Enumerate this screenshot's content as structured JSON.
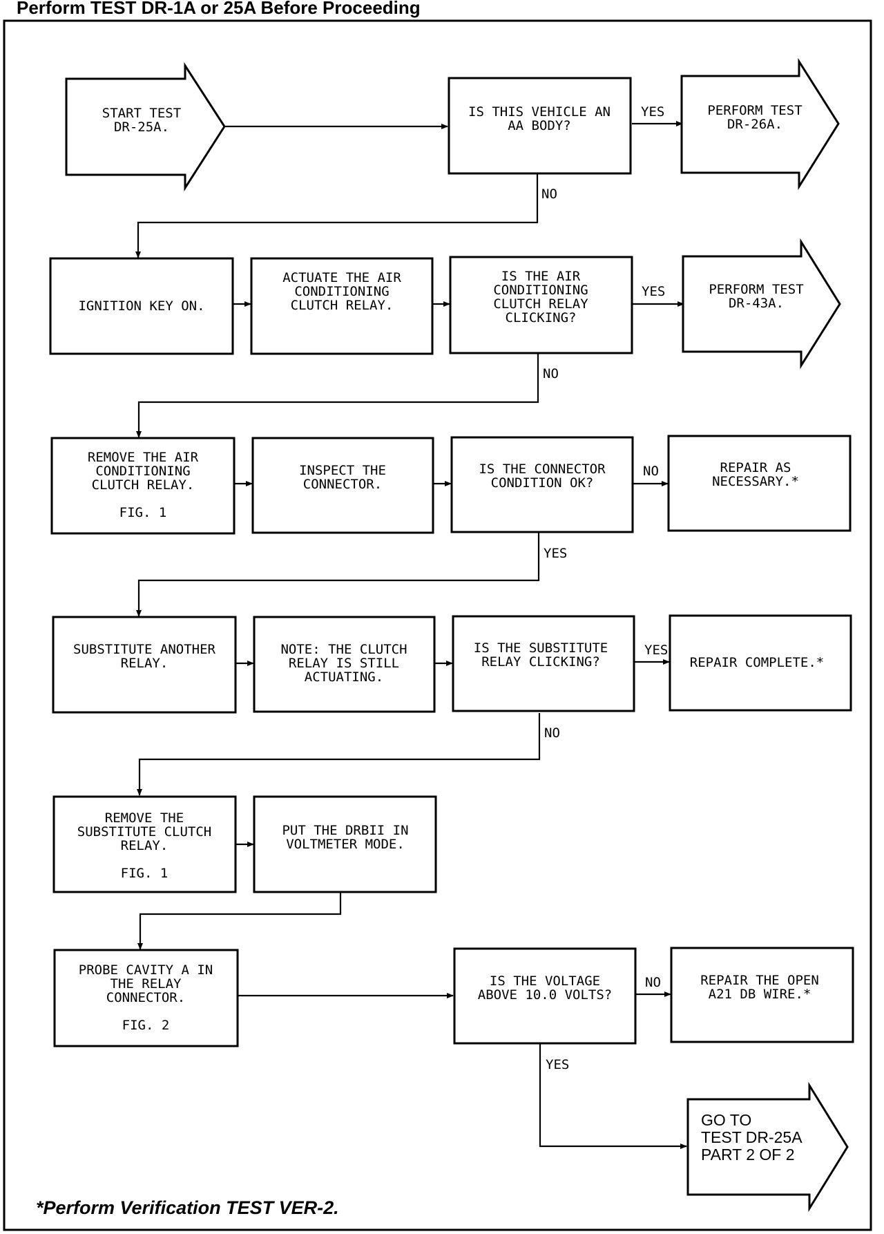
{
  "header": {
    "title": "Perform TEST DR-1A or 25A Before Proceeding"
  },
  "footnote": "*Perform Verification TEST VER-2.",
  "nodes": {
    "start": [
      "START TEST",
      "DR-25A."
    ],
    "q_aa_body": [
      "IS THIS VEHICLE AN",
      "AA BODY?"
    ],
    "perform_26a": [
      "PERFORM TEST",
      "DR-26A."
    ],
    "ignition": [
      "IGNITION KEY ON."
    ],
    "actuate": [
      "ACTUATE THE AIR",
      "CONDITIONING",
      "CLUTCH RELAY."
    ],
    "q_clicking": [
      "IS THE AIR",
      "CONDITIONING",
      "CLUTCH RELAY",
      "CLICKING?"
    ],
    "perform_43a": [
      "PERFORM TEST",
      "DR-43A."
    ],
    "remove_relay": [
      "REMOVE THE AIR",
      "CONDITIONING",
      "CLUTCH RELAY.",
      "",
      "FIG. 1"
    ],
    "inspect": [
      "INSPECT THE",
      "CONNECTOR."
    ],
    "q_connector": [
      "IS THE CONNECTOR",
      "CONDITION OK?"
    ],
    "repair_necessary": [
      "REPAIR AS",
      "NECESSARY.*"
    ],
    "substitute": [
      "SUBSTITUTE ANOTHER",
      "RELAY."
    ],
    "note": [
      "NOTE: THE CLUTCH",
      "RELAY IS STILL",
      "ACTUATING."
    ],
    "q_sub_clicking": [
      "IS THE SUBSTITUTE",
      "RELAY CLICKING?"
    ],
    "repair_complete": [
      "REPAIR COMPLETE.*"
    ],
    "remove_sub": [
      "REMOVE THE",
      "SUBSTITUTE CLUTCH",
      "RELAY.",
      "",
      "FIG. 1"
    ],
    "put_drbii": [
      "PUT THE DRBII IN",
      "VOLTMETER MODE."
    ],
    "probe": [
      "PROBE CAVITY A IN",
      "THE RELAY",
      "CONNECTOR.",
      "",
      "FIG. 2"
    ],
    "q_voltage": [
      "IS THE VOLTAGE",
      "ABOVE 10.0 VOLTS?"
    ],
    "repair_open": [
      "REPAIR THE OPEN",
      "A21 DB WIRE.*"
    ],
    "goto": [
      "GO TO",
      "TEST DR-25A",
      "PART 2 OF 2"
    ]
  },
  "labels": {
    "yes_aa": "YES",
    "no_aa": "NO",
    "yes_clicking": "YES",
    "no_clicking": "NO",
    "no_connector": "NO",
    "yes_connector": "YES",
    "yes_sub": "YES",
    "no_sub": "NO",
    "no_voltage": "NO",
    "yes_voltage": "YES"
  }
}
